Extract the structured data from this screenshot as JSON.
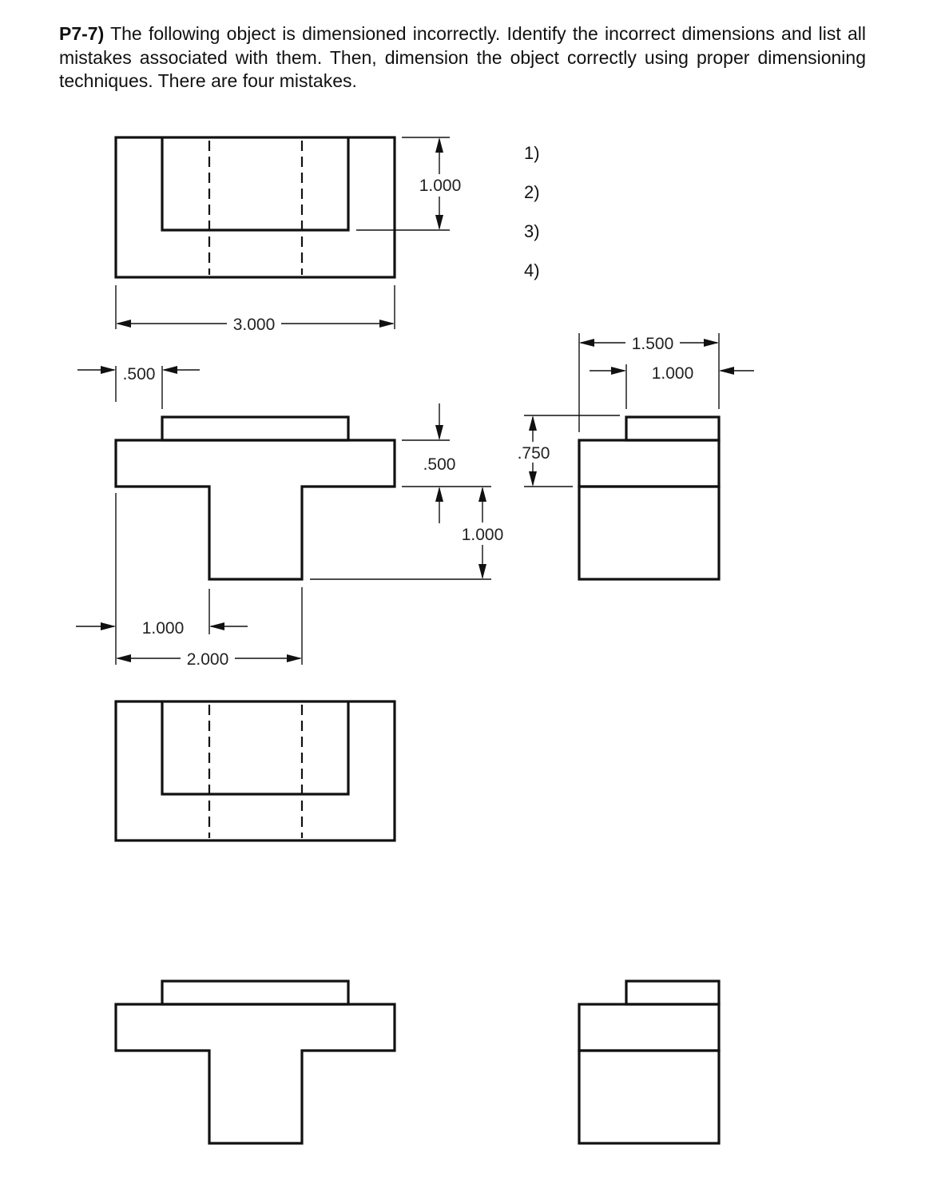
{
  "problem": {
    "id": "P7-7)",
    "text": "The following object is dimensioned incorrectly.  Identify the incorrect dimensions and list all mistakes associated with them.  Then, dimension the object correctly using proper dimensioning techniques.  There are four mistakes."
  },
  "answer_list": [
    "1)",
    "2)",
    "3)",
    "4)"
  ],
  "dimensions": {
    "top_view_height": "1.000",
    "top_view_width": "3.000",
    "front_offset_left": ".500",
    "front_flange_thickness": ".500",
    "front_stem_height": "1.000",
    "front_stem_left": "1.000",
    "front_stem_right": "2.000",
    "side_depth_total": "1.500",
    "side_boss_depth": "1.000",
    "side_height": ".750"
  }
}
